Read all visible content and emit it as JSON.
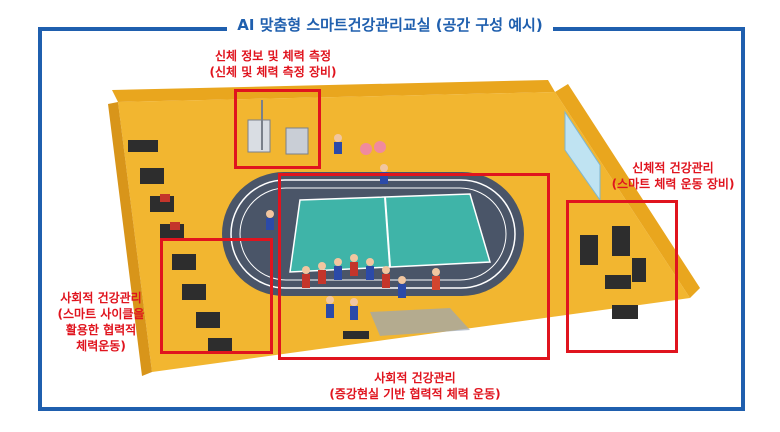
{
  "title": "AI 맞춤형 스마트건강관리교실 (공간 구성 예시)",
  "areas": {
    "body_info": {
      "line1": "신체 정보 및 체력 측정",
      "line2": "(신체 및 체력 측정 장비)"
    },
    "physical": {
      "line1": "신체적 건강관리",
      "line2": "(스마트 체력 운동 장비)"
    },
    "social_cycle": {
      "line1": "사회적 건강관리",
      "line2": "(스마트 사이클을",
      "line3": "활용한 협력적",
      "line4": "체력운동)"
    },
    "social_ar": {
      "line1": "사회적 건강관리",
      "line2": "(증강현실 기반 협력적 체력 운동)"
    }
  },
  "colors": {
    "frame": "#1f5fae",
    "highlight": "#e0141e",
    "floor": "#f2b630",
    "track": "#4a5568",
    "court": "#3fb4a8"
  }
}
